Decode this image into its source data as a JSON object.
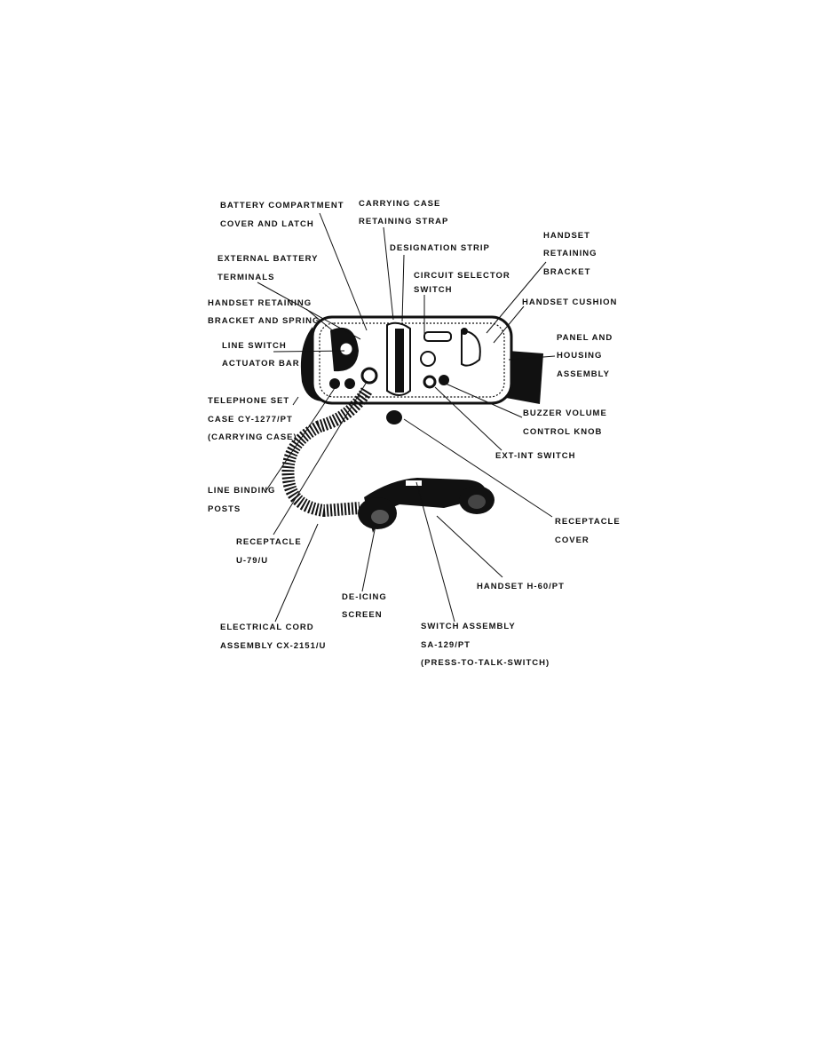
{
  "labels": {
    "battery_compartment": [
      "BATTERY COMPARTMENT",
      "COVER AND LATCH"
    ],
    "carrying_case_strap": [
      "CARRYING CASE",
      "RETAINING STRAP"
    ],
    "designation_strip": [
      "DESIGNATION STRIP"
    ],
    "handset_retaining_bracket": [
      "HANDSET",
      "RETAINING",
      "BRACKET"
    ],
    "external_battery": [
      "EXTERNAL BATTERY",
      "TERMINALS"
    ],
    "circuit_selector": [
      "CIRCUIT SELECTOR",
      "SWITCH"
    ],
    "bracket_and_spring": [
      "HANDSET RETAINING",
      "BRACKET AND SPRING"
    ],
    "handset_cushion": [
      "HANDSET CUSHION"
    ],
    "line_switch": [
      "LINE SWITCH",
      "ACTUATOR BAR"
    ],
    "panel_housing": [
      "PANEL AND",
      "HOUSING",
      "ASSEMBLY"
    ],
    "telephone_set_case": [
      "TELEPHONE SET",
      "CASE CY-1277/PT",
      "(CARRYING CASE)"
    ],
    "buzzer_volume": [
      "BUZZER VOLUME",
      "CONTROL KNOB"
    ],
    "ext_int_switch": [
      "EXT-INT SWITCH"
    ],
    "line_binding_posts": [
      "LINE BINDING",
      "POSTS"
    ],
    "receptacle_cover": [
      "RECEPTACLE",
      "COVER"
    ],
    "receptacle_u79": [
      "RECEPTACLE",
      "U-79/U"
    ],
    "handset_h60": [
      "HANDSET H-60/PT"
    ],
    "de_icing_screen": [
      "DE-ICING",
      "SCREEN"
    ],
    "electrical_cord": [
      "ELECTRICAL CORD",
      "ASSEMBLY CX-2151/U"
    ],
    "switch_assembly": [
      "SWITCH ASSEMBLY",
      "SA-129/PT",
      "(PRESS-TO-TALK-SWITCH)"
    ]
  }
}
